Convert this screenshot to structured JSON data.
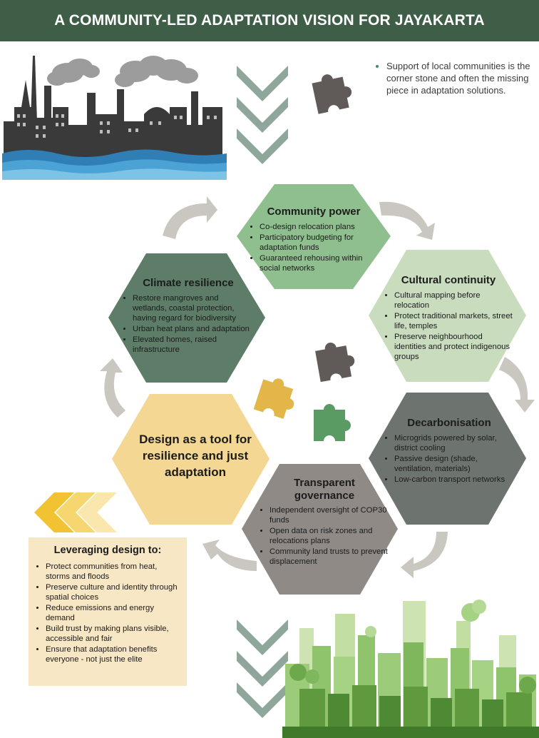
{
  "title": "A COMMUNITY-LED ADAPTATION VISION FOR JAYAKARTA",
  "note": "Support of local communities is the corner stone and often the missing piece in adaptation solutions.",
  "center": {
    "line1": "Design as a tool for",
    "line2": "resilience and just",
    "line3": "adaptation"
  },
  "hexagons": {
    "community_power": {
      "title": "Community power",
      "items": [
        "Co-design relocation plans",
        "Participatory budgeting for adaptation funds",
        "Guaranteed rehousing within social networks"
      ]
    },
    "cultural_continuity": {
      "title": "Cultural continuity",
      "items": [
        "Cultural mapping before relocation",
        "Protect traditional markets, street life, temples",
        "Preserve neighbourhood identities and protect indigenous groups"
      ]
    },
    "climate_resilience": {
      "title": "Climate resilience",
      "items": [
        "Restore mangroves and wetlands, coastal protection, having regard for biodiversity",
        "Urban heat plans and adaptation",
        "Elevated homes, raised infrastructure"
      ]
    },
    "decarbonisation": {
      "title": "Decarbonisation",
      "items": [
        "Microgrids powered by solar, district cooling",
        "Passive design (shade, ventilation, materials)",
        "Low-carbon transport networks"
      ]
    },
    "transparent_governance": {
      "title_line1": "Transparent",
      "title_line2": "governance",
      "items": [
        "Independent oversight of COP30 funds",
        "Open data on risk zones and relocations plans",
        "Community land trusts to prevent displacement"
      ]
    }
  },
  "leveraging": {
    "title": "Leveraging design to:",
    "items": [
      "Protect communities from heat, storms and floods",
      "Preserve culture and identity through spatial choices",
      "Reduce emissions and energy demand",
      "Build trust by making plans visible, accessible and fair",
      "Ensure that adaptation benefits everyone - not just the elite"
    ]
  },
  "colors": {
    "title_bar": "#3f5e48",
    "community_power": "#8fbf8f",
    "cultural_continuity": "#c9dcbe",
    "climate_resilience": "#5d7d68",
    "decarbonisation": "#6d7470",
    "transparent_governance": "#8f8a85",
    "center": "#f3d792",
    "leveraging_box": "#f8e7c4",
    "arrow": "#c9c7c0",
    "chevron": "#8fa79b"
  }
}
